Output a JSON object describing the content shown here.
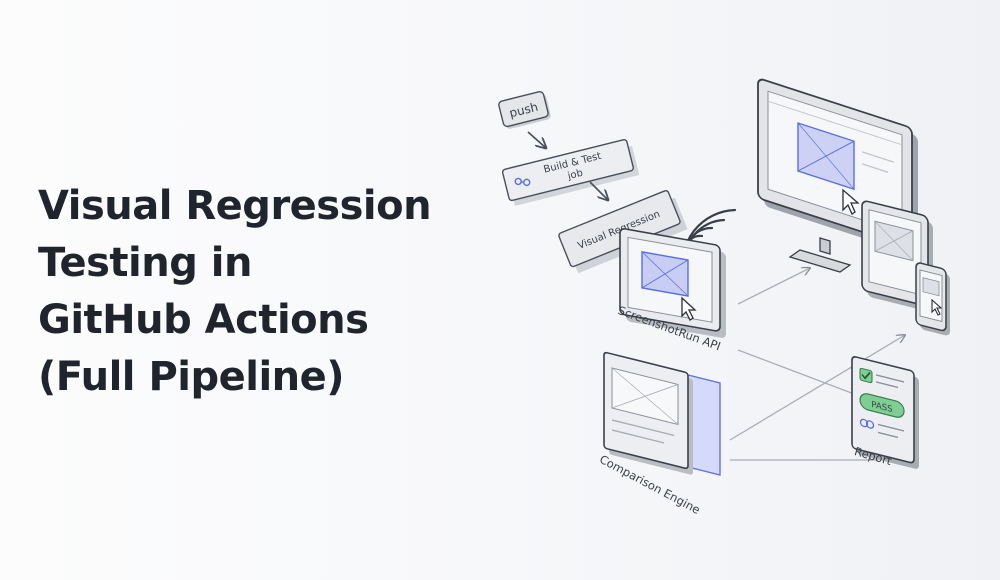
{
  "title": {
    "lines": [
      "Visual Regression",
      "Testing in",
      "GitHub Actions",
      "(Full Pipeline)"
    ]
  },
  "diagram": {
    "push_label": "push",
    "build_job_label_1": "Build & Test",
    "build_job_label_2": "job",
    "visual_regression_label": "Visual Regression",
    "screenshot_api_label": "ScreenshotRun API",
    "comparison_engine_label": "Comparison Engine",
    "report_label": "Report",
    "pass_badge_label": "PASS"
  },
  "colors": {
    "accent": "#5a6ee0",
    "pass_green": "#7fcf94",
    "stroke": "#4a4f5a",
    "panel": "#e9ebef"
  },
  "icons": [
    "github-workflow-icon",
    "wifi-signal-icon",
    "cursor-icon",
    "checkmark-icon",
    "link-icon"
  ]
}
